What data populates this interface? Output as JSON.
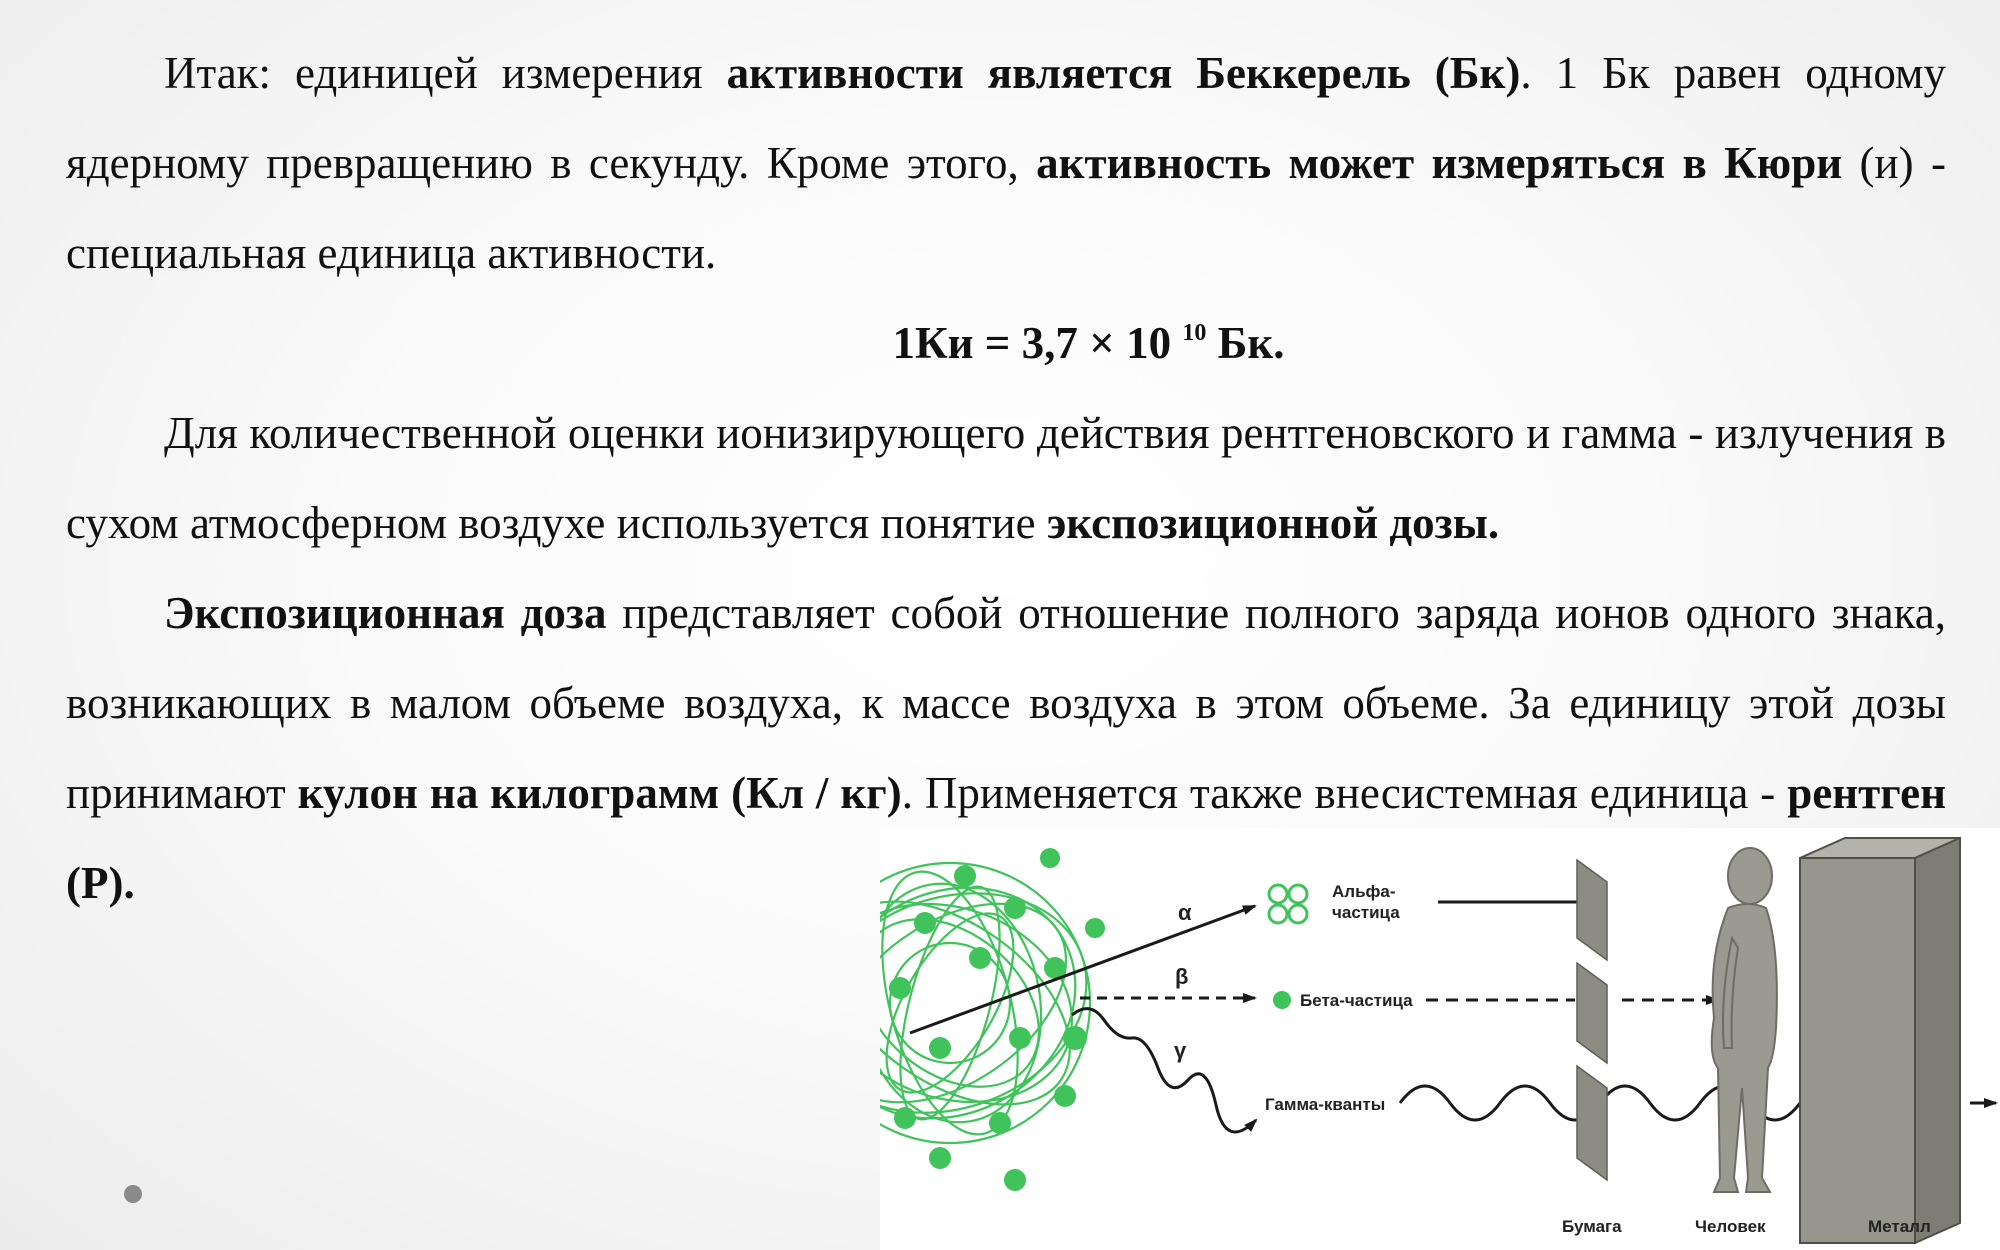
{
  "text": {
    "p1": {
      "s1": "Итак: единицей измерения ",
      "b1": "активности является Беккерель (Бк)",
      "s2": ". 1 Бк равен одному ядерному превращению в секунду. Кроме этого, ",
      "b2": "активность может измеряться в Кюри",
      "s3": " (и) - специальная единица активности."
    },
    "formula": {
      "left": "1Ки = 3,7 × 10",
      "exp": "10",
      "right": "Бк."
    },
    "p2": {
      "s1": "Для количественной оценки ионизирующего действия рентгеновского и гамма - излучения в сухом атмосферном воздухе используется понятие ",
      "b1": "экспозиционной дозы."
    },
    "p3": {
      "b1": "Экспозиционная доза",
      "s1": " представляет собой отношение полного заряда ионов одного знака, возникающих в малом объеме воздуха, к массе воздуха в этом объеме. За единицу этой дозы принимают ",
      "b2": "кулон на килограмм (Кл / кг)",
      "s2": ". Применяется также внесистемная единица - ",
      "b3": "рентген (Р)."
    }
  },
  "diagram": {
    "greek": {
      "alpha": "α",
      "beta": "β",
      "gamma": "γ"
    },
    "labels": {
      "alpha_1": "Альфа-",
      "alpha_2": "частица",
      "beta": "Бета-частица",
      "gamma": "Гамма-кванты",
      "paper": "Бумага",
      "human": "Человек",
      "metal": "Металл"
    },
    "colors": {
      "nucleus": "#3fc35a",
      "barrier": "#8c8c82",
      "arrow": "#1a1a1a"
    }
  }
}
